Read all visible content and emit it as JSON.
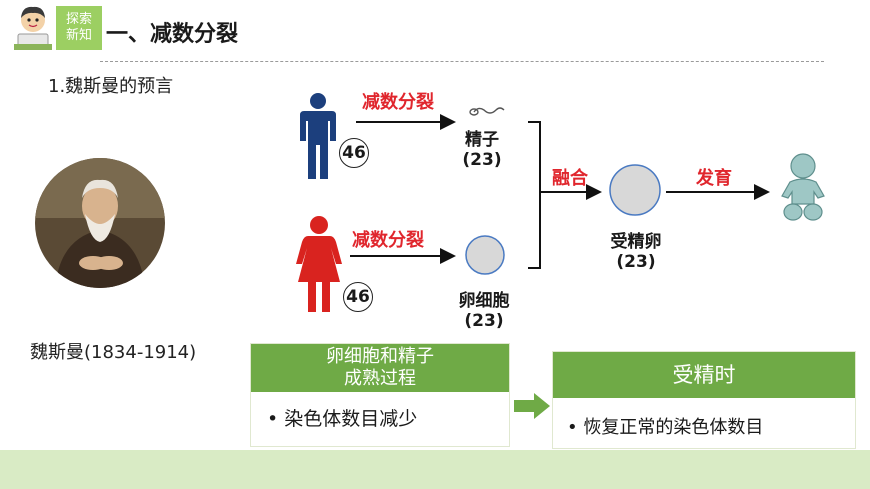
{
  "header": {
    "badge_line1": "探索",
    "badge_line2": "新知",
    "title": "一、减数分裂"
  },
  "section": {
    "subtitle": "1.魏斯曼的预言",
    "portrait_caption": "魏斯曼(1834-1914)"
  },
  "diagram": {
    "male_count": "46",
    "female_count": "46",
    "meiosis_label_top": "减数分裂",
    "meiosis_label_bottom": "减数分裂",
    "sperm_label": "精子",
    "sperm_count": "(23)",
    "egg_label": "卵细胞",
    "egg_count": "(23)",
    "fusion_label": "融合",
    "zygote_label": "受精卵",
    "zygote_count": "(23)",
    "develop_label": "发育"
  },
  "boxes": {
    "left_header_line1": "卵细胞和精子",
    "left_header_line2": "成熟过程",
    "left_bullet": "• 染色体数目减少",
    "right_header": "受精时",
    "right_bullet": "• 恢复正常的染色体数目"
  },
  "colors": {
    "male": "#1c3f7d",
    "female": "#d9231f",
    "accent_green": "#6faa46",
    "red_text": "#e0262d"
  }
}
